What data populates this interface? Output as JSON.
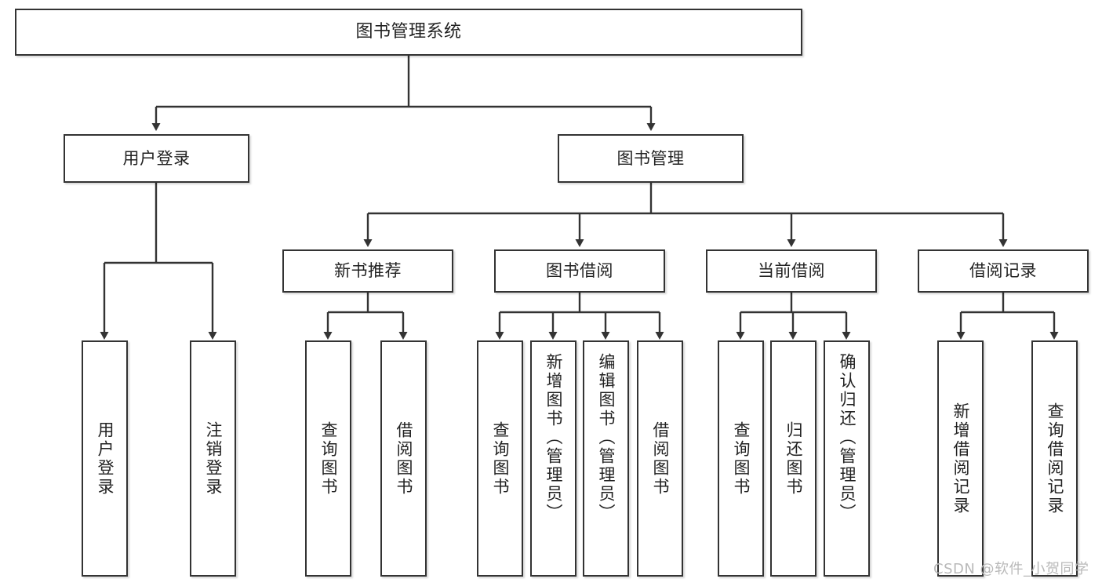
{
  "diagram": {
    "type": "tree-hierarchy-flowchart",
    "title": "图书管理系统",
    "background_color": "#ffffff",
    "box_border_color": "#333333",
    "box_fill_color": "#ffffff",
    "connector_color": "#333333",
    "orientation": "top-down",
    "levels": 4
  },
  "nodes": {
    "root": {
      "label": "图书管理系统"
    },
    "level2": {
      "user_login": {
        "label": "用户登录"
      },
      "book_manage": {
        "label": "图书管理"
      }
    },
    "level3": {
      "new_book_rec": {
        "label": "新书推荐"
      },
      "book_borrow": {
        "label": "图书借阅"
      },
      "current_borrow": {
        "label": "当前借阅"
      },
      "borrow_record": {
        "label": "借阅记录"
      }
    },
    "leaves": {
      "user_login": [
        {
          "label": "用户登录"
        },
        {
          "label": "注销登录"
        }
      ],
      "new_book_rec": [
        {
          "label": "查询图书"
        },
        {
          "label": "借阅图书"
        }
      ],
      "book_borrow": [
        {
          "label": "查询图书"
        },
        {
          "label": "新增图书（管理员）"
        },
        {
          "label": "编辑图书（管理员）"
        },
        {
          "label": "借阅图书"
        }
      ],
      "current_borrow": [
        {
          "label": "查询图书"
        },
        {
          "label": "归还图书"
        },
        {
          "label": "确认归还（管理员）"
        }
      ],
      "borrow_record": [
        {
          "label": "新增借阅记录"
        },
        {
          "label": "查询借阅记录"
        }
      ]
    }
  },
  "watermark": {
    "text": "CSDN @软件_小贺同学"
  }
}
